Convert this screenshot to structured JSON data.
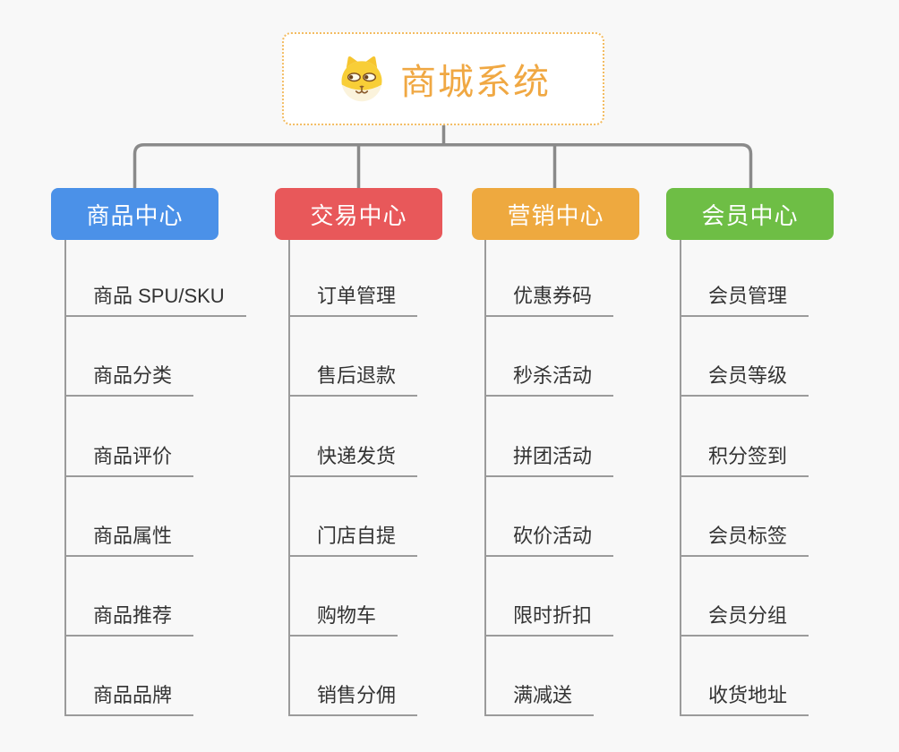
{
  "root": {
    "title": "商城系统",
    "icon": "dog-logo-icon"
  },
  "branches": [
    {
      "label": "商品中心",
      "color": "#4B91E8",
      "items": [
        "商品 SPU/SKU",
        "商品分类",
        "商品评价",
        "商品属性",
        "商品推荐",
        "商品品牌"
      ]
    },
    {
      "label": "交易中心",
      "color": "#E8585A",
      "items": [
        "订单管理",
        "售后退款",
        "快递发货",
        "门店自提",
        "购物车",
        "销售分佣"
      ]
    },
    {
      "label": "营销中心",
      "color": "#EEA93F",
      "items": [
        "优惠券码",
        "秒杀活动",
        "拼团活动",
        "砍价活动",
        "限时折扣",
        "满减送"
      ]
    },
    {
      "label": "会员中心",
      "color": "#6EBE45",
      "items": [
        "会员管理",
        "会员等级",
        "积分签到",
        "会员标签",
        "会员分组",
        "收货地址"
      ]
    }
  ],
  "colors": {
    "background": "#F8F8F8",
    "connector": "#8A8A8A",
    "leaf_line": "#9B9B9B",
    "leaf_text": "#333333",
    "root_text": "#F0A843",
    "root_border": "#F3BC62"
  }
}
